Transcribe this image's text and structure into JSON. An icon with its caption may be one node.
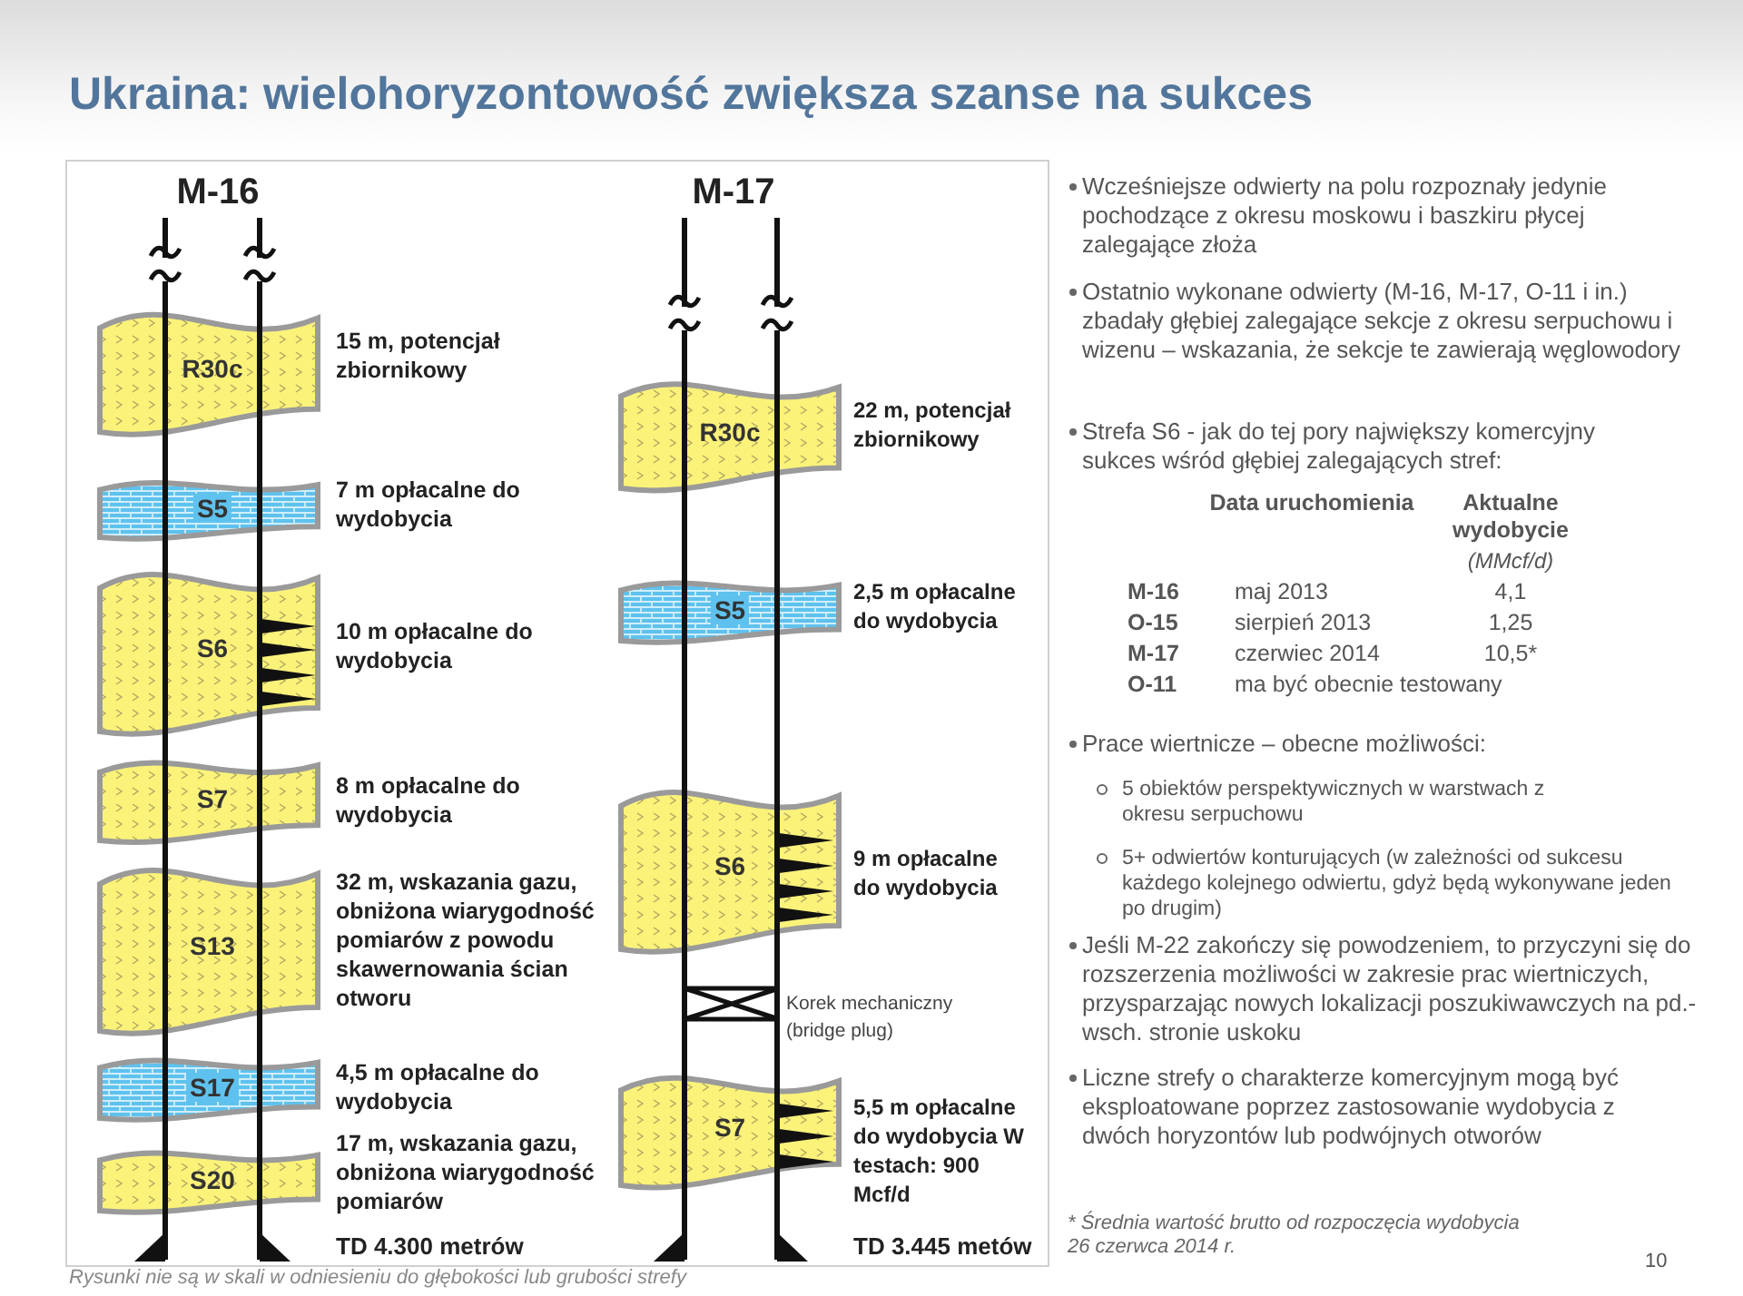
{
  "diagram": {
    "title": "Ukraina: wielohoryzontowość zwiększa szanse na sukces",
    "caption": "Rysunki nie są w skali w odniesieniu do głębokości lub grubości strefy",
    "nodes": [
      {
        "text": [
          "R30c"
        ],
        "beside": [
          "15 m, potencjał zbiornikowy"
        ]
      },
      {
        "text": [
          "S5"
        ],
        "beside": [
          "7 m opłacalne do wydobycia"
        ]
      },
      {
        "text": [
          "S6"
        ],
        "beside": [
          "10 m opłacalne do wydobycia"
        ]
      },
      {
        "text": [
          "S7"
        ],
        "beside": [
          "8 m opłacalne do wydobycia"
        ]
      },
      {
        "text": [
          "S13"
        ],
        "beside": [
          "32 m, wskazania gazu, obniżona wiarygodność pomiarów z powodu skawernowania ścian otworu"
        ]
      },
      {
        "text": [
          "S17"
        ],
        "beside": [
          "4,5 m opłacalne do wydobycia"
        ]
      },
      {
        "text": [
          "S20"
        ],
        "beside": [
          "17 m, wskazania gazu, obniżona wiarygodność pomiarów"
        ]
      },
      {
        "text": [
          "R30c"
        ],
        "beside": [
          "22 m, potencjał zbiornikowy"
        ]
      },
      {
        "text": [
          "S5"
        ],
        "beside": [
          "2,5 m opłacalne do wydobycia"
        ]
      },
      {
        "text": [
          "S6"
        ],
        "beside": [
          "9 m opłacalne do wydobycia"
        ]
      },
      {
        "text": [],
        "shape": "box",
        "beside": [
          "Korek mechaniczny (bridge plug)"
        ]
      },
      {
        "text": [
          "S7"
        ],
        "beside": [
          "5,5 m opłacalne do wydobycia W testach: 900 Mcf/d"
        ]
      }
    ],
    "labels": [
      "M-16",
      "M-17",
      "Wcześniejsze odwierty na polu rozpoznały jedynie pochodzące z okresu moskowu i baszkiru płycej zalegające złoża",
      "Ostatnio wykonane odwierty (M-16, M-17, O-11 i in.) zbadały głębiej zalegające sekcje z okresu serpuchowu i wizenu – wskazania, że sekcje te zawierają węglowodory",
      "Strefa S6 -  jak do tej pory największy komercyjny sukces wśród głębiej zalegających stref:",
      "Data uruchomienia",
      "Aktualne wydobycie",
      "(MMcf/d)",
      "M-16",
      "maj 2013",
      "4,1",
      "O-15",
      "sierpień 2013",
      "1,25",
      "M-17",
      "czerwiec 2014",
      "10,5*",
      "O-11",
      "ma być obecnie testowany",
      "Prace wiertnicze – obecne możliwości:",
      "5 obiektów perspektywicznych w warstwach z okresu serpuchowu",
      "5+ odwiertów konturujących (w zależności od sukcesu każdego kolejnego odwiertu, gdyż będą wykonywane jeden po drugim)",
      "Jeśli M-22 zakończy się powodzeniem, to przyczyni się do rozszerzenia możliwości w zakresie prac wiertniczych, przysparzając nowych lokalizacji poszukiwawczych na pd.-wsch. stronie uskoku",
      "Liczne strefy o charakterze komercyjnym mogą być eksploatowane poprzez zastosowanie wydobycia z dwóch horyzontów lub podwójnych otworów",
      "TD 4.300 metrów",
      "TD 3.445 metów",
      "* Średnia wartość brutto od rozpoczęcia wydobycia 26 czerwca 2014 r.",
      "10"
    ]
  }
}
